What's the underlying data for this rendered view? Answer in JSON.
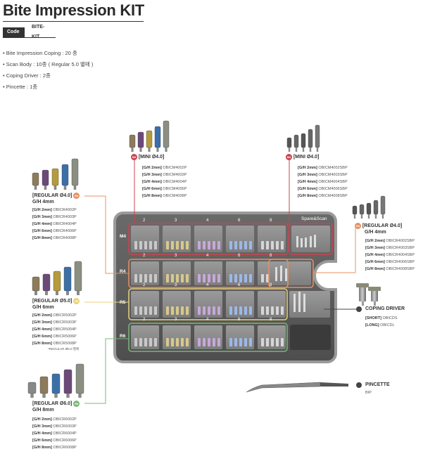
{
  "header": {
    "title": "Bite Impression KIT",
    "code_label": "Code",
    "code_value": "BITE-KIT"
  },
  "bullets": [
    "Bite Impression Coping  : 20 종",
    "Scan Body : 10종 ( Regular 5.0 별매 )",
    "Coping Driver : 2종",
    "Pincette : 1종"
  ],
  "tray": {
    "spare_label": "Spare&Scan",
    "row_labels": [
      "M4",
      "R4",
      "R5",
      "R6"
    ],
    "column_numbers": [
      "2",
      "3",
      "4",
      "6",
      "8"
    ]
  },
  "colors": {
    "mini_red": "#c9444f",
    "r4_orange": "#e89060",
    "r5_yellow": "#e8d27a",
    "r6_green": "#78b878",
    "tray_gray": "#5a5a5a"
  },
  "groups": {
    "mini_coping": {
      "badge": "M4",
      "title": "[MINI Ø4.0]",
      "items": [
        {
          "gh": "[G/H 2mm]",
          "code": "OBICM4002P"
        },
        {
          "gh": "[G/H 3mm]",
          "code": "OBICM4003P"
        },
        {
          "gh": "[G/H 4mm]",
          "code": "OBICM4004P"
        },
        {
          "gh": "[G/H 6mm]",
          "code": "OBICM4006P"
        },
        {
          "gh": "[G/H 8mm]",
          "code": "OBICM4008P"
        }
      ]
    },
    "mini_scan": {
      "badge": "M4",
      "title": "[MINI Ø4.0]",
      "items": [
        {
          "gh": "[G/H 2mm]",
          "code": "OBICM4002SBP"
        },
        {
          "gh": "[G/H 3mm]",
          "code": "OBICM4003SBP"
        },
        {
          "gh": "[G/H 4mm]",
          "code": "OBICM4004SBP"
        },
        {
          "gh": "[G/H 6mm]",
          "code": "OBICM4006SBP"
        },
        {
          "gh": "[G/H 8mm]",
          "code": "OBICM4008SBP"
        }
      ]
    },
    "regular40": {
      "badge": "R4",
      "title": "[REGULAR Ø4.0]",
      "subtitle": "G/H 4mm",
      "items": [
        {
          "gh": "[G/H 2mm]",
          "code": "OBICR4002P"
        },
        {
          "gh": "[G/H 3mm]",
          "code": "OBICR4003P"
        },
        {
          "gh": "[G/H 4mm]",
          "code": "OBICR4004P"
        },
        {
          "gh": "[G/H 6mm]",
          "code": "OBICR4006P"
        },
        {
          "gh": "[G/H 8mm]",
          "code": "OBICR4008P"
        }
      ]
    },
    "regular40_scan": {
      "badge": "R4",
      "title": "[REGULAR Ø4.0]",
      "subtitle": "G/H 4mm",
      "items": [
        {
          "gh": "[G/H 2mm]",
          "code": "OBICR4002SBP"
        },
        {
          "gh": "[G/H 3mm]",
          "code": "OBICR4003SBP"
        },
        {
          "gh": "[G/H 4mm]",
          "code": "OBICR4004SBP"
        },
        {
          "gh": "[G/H 6mm]",
          "code": "OBICR4006SBP"
        },
        {
          "gh": "[G/H 8mm]",
          "code": "OBICR4008SBP"
        }
      ]
    },
    "regular50": {
      "badge": "R5",
      "title": "[REGULAR Ø5.0]",
      "subtitle": "G/H 6mm",
      "note": "*REGULAR Ø5.0 별매",
      "items": [
        {
          "gh": "[G/H 2mm]",
          "code": "OBICR5002P"
        },
        {
          "gh": "[G/H 3mm]",
          "code": "OBICR5003P"
        },
        {
          "gh": "[G/H 4mm]",
          "code": "OBICR5004P"
        },
        {
          "gh": "[G/H 6mm]",
          "code": "OBICR5006P"
        },
        {
          "gh": "[G/H 8mm]",
          "code": "OBICR5008P"
        }
      ]
    },
    "regular60": {
      "badge": "R6",
      "title": "[REGULAR Ø6.0]",
      "subtitle": "G/H 8mm",
      "items": [
        {
          "gh": "[G/H 2mm]",
          "code": "OBICR6002P"
        },
        {
          "gh": "[G/H 3mm]",
          "code": "OBICR6003P"
        },
        {
          "gh": "[G/H 4mm]",
          "code": "OBICR6004P"
        },
        {
          "gh": "[G/H 6mm]",
          "code": "OBICR6006P"
        },
        {
          "gh": "[G/H 8mm]",
          "code": "OBICR6008P"
        }
      ]
    },
    "coping_driver": {
      "title": "COPING DRIVER",
      "items": [
        {
          "gh": "[SHORT]",
          "code": "OBICDS"
        },
        {
          "gh": "[LONG]",
          "code": "OBICDL"
        }
      ]
    },
    "pincette": {
      "title": "PINCETTE",
      "code": "BIP"
    }
  }
}
